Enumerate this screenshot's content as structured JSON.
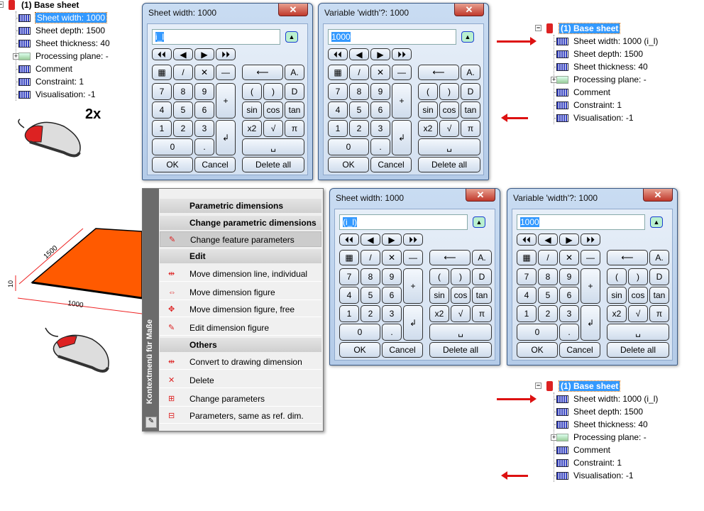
{
  "annotation": {
    "clicks": "2x"
  },
  "tree_before": {
    "root": "(1) Base sheet",
    "items": [
      "Sheet width: 1000",
      "Sheet depth: 1500",
      "Sheet thickness: 40",
      "Processing plane: -",
      "Comment",
      "Constraint: 1",
      "Visualisation: -1"
    ]
  },
  "tree_after": {
    "root": "(1) Base sheet",
    "items": [
      "Sheet width: 1000 (i_l)",
      "Sheet depth: 1500",
      "Sheet thickness: 40",
      "Processing plane: -",
      "Comment",
      "Constraint: 1",
      "Visualisation: -1"
    ]
  },
  "dialogs": [
    {
      "title": "Sheet width: 1000",
      "value": "i_l"
    },
    {
      "title": "Variable 'width'?: 1000",
      "value": "1000"
    },
    {
      "title": "Sheet width: 1000",
      "value": "(i_l)"
    },
    {
      "title": "Variable 'width'?: 1000",
      "value": "1000"
    }
  ],
  "calculator": {
    "close": "✕",
    "up": "▲",
    "nav": [
      "⏴⏴",
      "◀",
      "▶",
      "⏵⏵"
    ],
    "ops": [
      "▦",
      "/",
      "✕",
      "—"
    ],
    "digits": [
      "7",
      "8",
      "9",
      "4",
      "5",
      "6",
      "1",
      "2",
      "3"
    ],
    "plus": "+",
    "enter": "↲",
    "zero": "0",
    "dot": ".",
    "backspace": "⟵",
    "alpha": "A.",
    "funcs": [
      "(",
      ")",
      "D",
      "sin",
      "cos",
      "tan",
      "x2",
      "√",
      "π"
    ],
    "space": "␣",
    "ok": "OK",
    "cancel": "Cancel",
    "delete_all": "Delete all"
  },
  "drawing": {
    "dim_depth": "1500",
    "dim_width": "1000",
    "dim_thickness": "10"
  },
  "context_menu": {
    "strip_title": "Kontextmenü für Maße",
    "sections": [
      {
        "header": "Parametric dimensions",
        "items": []
      },
      {
        "header": "Change parametric dimensions",
        "items": [
          "Change feature parameters"
        ]
      },
      {
        "header": "Edit",
        "items": [
          "Move dimension line, individual",
          "Move dimension figure",
          "Move dimension figure, free",
          "Edit dimension figure"
        ]
      },
      {
        "header": "Others",
        "items": [
          "Convert to drawing dimension",
          "Delete",
          "Change parameters",
          "Parameters, same as ref. dim."
        ]
      }
    ]
  }
}
